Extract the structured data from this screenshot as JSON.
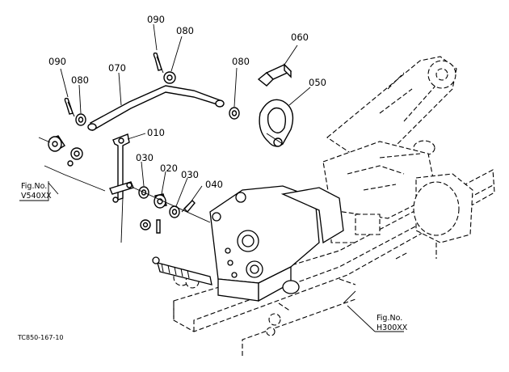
{
  "parts": {
    "p010": "010",
    "p020": "020",
    "p030a": "030",
    "p030b": "030",
    "p040": "040",
    "p050": "050",
    "p060": "060",
    "p070": "070",
    "p080a": "080",
    "p080b": "080",
    "p080c": "080",
    "p090a": "090",
    "p090b": "090"
  },
  "refs": {
    "v540_line1": "Fig.No.",
    "v540_line2": "V540XX",
    "h300_line1": "Fig.No.",
    "h300_line2": "H300XX"
  },
  "figure_code": "TC850-167-10"
}
